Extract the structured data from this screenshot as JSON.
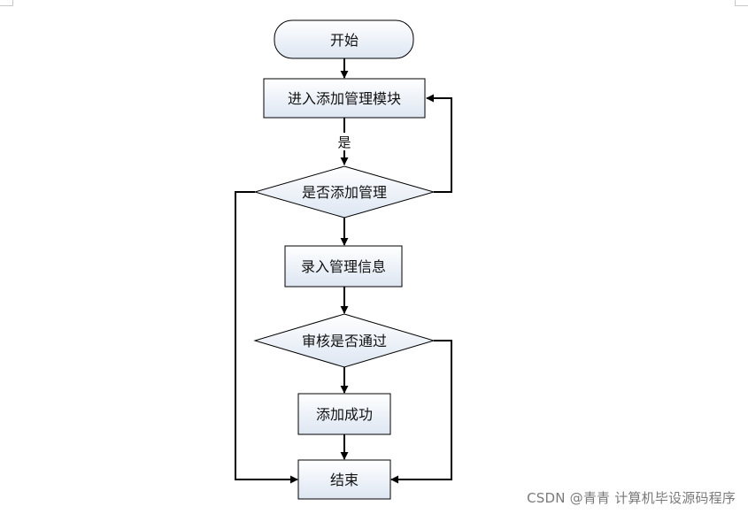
{
  "diagram": {
    "nodes": {
      "start": "开始",
      "enter_module": "进入添加管理模块",
      "decision_add": "是否添加管理",
      "input_info": "录入管理信息",
      "decision_audit": "审核是否通过",
      "success": "添加成功",
      "end": "结束"
    },
    "edge_labels": {
      "yes": "是"
    }
  },
  "watermark": {
    "text": "CSDN @青青  计算机毕设源码程序"
  },
  "colors": {
    "box_fill_top": "#ffffff",
    "box_fill_bottom": "#dde6f2",
    "stroke": "#000000",
    "text": "#111111",
    "watermark": "#7a7a7a"
  }
}
